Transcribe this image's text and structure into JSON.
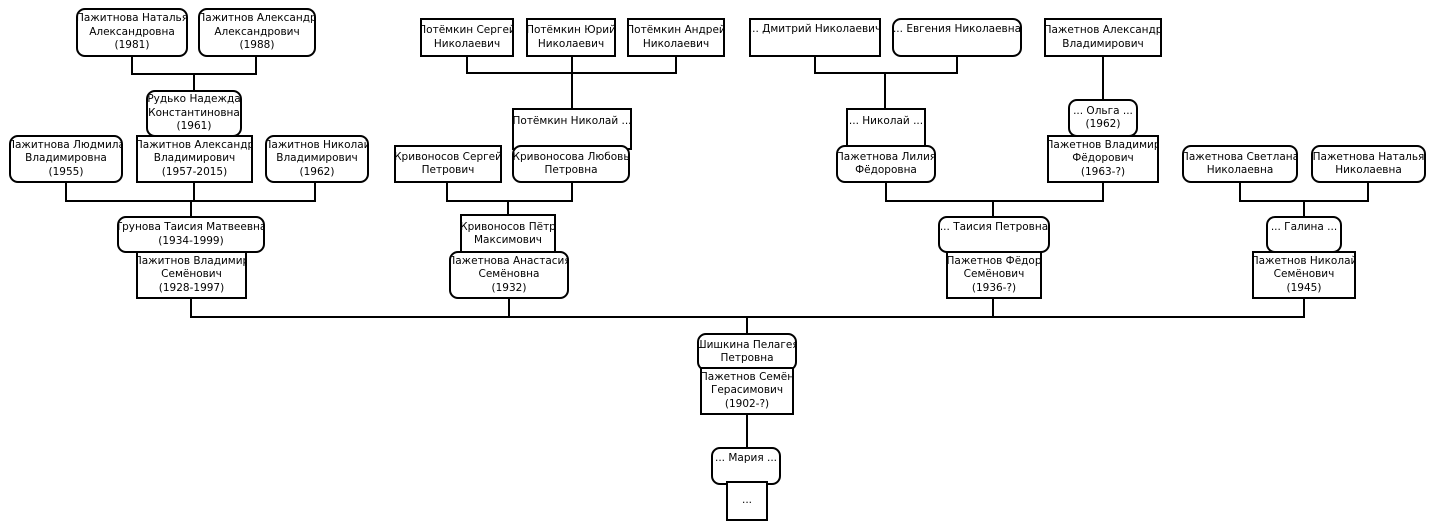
{
  "nodes": {
    "pazhitnova_natalya": [
      "Пажитнова Наталья",
      "Александровна",
      "(1981)"
    ],
    "pazhitnov_aleksandr_a": [
      "Пажитнов Александр",
      "Александрович",
      "(1988)"
    ],
    "rudko_nadezhda": [
      "Рудько Надежда",
      "Константиновна",
      "(1961)"
    ],
    "pazhitnova_lyudmila": [
      "Пажитнова Людмила",
      "Владимировна",
      "(1955)"
    ],
    "pazhitnov_aleksandr_v": [
      "Пажитнов Александр",
      "Владимирович",
      "(1957-2015)"
    ],
    "pazhitnov_nikolay_v": [
      "Пажитнов Николай",
      "Владимирович",
      "(1962)"
    ],
    "trunova_taisiya": [
      "Трунова Таисия Матвеевна",
      "(1934-1999)"
    ],
    "pazhitnov_vladimir": [
      "Пажитнов Владимир",
      "Семёнович",
      "(1928-1997)"
    ],
    "potemkin_sergey": [
      "Потёмкин Сергей",
      "Николаевич"
    ],
    "potemkin_yuriy": [
      "Потёмкин Юрий",
      "Николаевич"
    ],
    "potemkin_andrey": [
      "Потёмкин Андрей",
      "Николаевич"
    ],
    "potemkin_nikolay": [
      "Потёмкин Николай ..."
    ],
    "krivonosov_sergey": [
      "Кривоносов Сергей",
      "Петрович"
    ],
    "krivonosova_lyubov": [
      "Кривоносова Любовь",
      "Петровна"
    ],
    "krivonosov_petr": [
      "Кривоносов Пётр",
      "Максимович"
    ],
    "pazhetnova_anastasiya": [
      "Пажетнова Анастасия",
      "Семёновна",
      "(1932)"
    ],
    "dmitriy": [
      "... Дмитрий Николаевич"
    ],
    "evgeniya": [
      "... Евгения Николаевна"
    ],
    "pazhetnov_aleksandr_v": [
      "Пажетнов Александр",
      "Владимирович"
    ],
    "nikolay_x": [
      "... Николай ..."
    ],
    "olga_x": [
      "... Ольга ...",
      "(1962)"
    ],
    "pazhetnova_liliya": [
      "Пажетнова Лилия",
      "Фёдоровна"
    ],
    "pazhetnov_vladimir_f": [
      "Пажетнов Владимир",
      "Фёдорович",
      "(1963-?)"
    ],
    "taisiya_petrovna": [
      "... Таисия Петровна"
    ],
    "pazhetnov_fedor": [
      "Пажетнов Фёдор",
      "Семёнович",
      "(1936-?)"
    ],
    "pazhetnova_svetlana": [
      "Пажетнова Светлана",
      "Николаевна"
    ],
    "pazhetnova_natalya_n": [
      "Пажетнова Наталья",
      "Николаевна"
    ],
    "galina": [
      "... Галина ..."
    ],
    "pazhetnov_nikolay_s": [
      "Пажетнов Николай",
      "Семёнович",
      "(1945)"
    ],
    "shishkina_pelageya": [
      "Шишкина Пелагея",
      "Петровна"
    ],
    "pazhetnov_semen": [
      "Пажетнов Семён",
      "Герасимович",
      "(1902-?)"
    ],
    "mariya": [
      "... Мария ..."
    ],
    "unknown_child": [
      "..."
    ]
  }
}
